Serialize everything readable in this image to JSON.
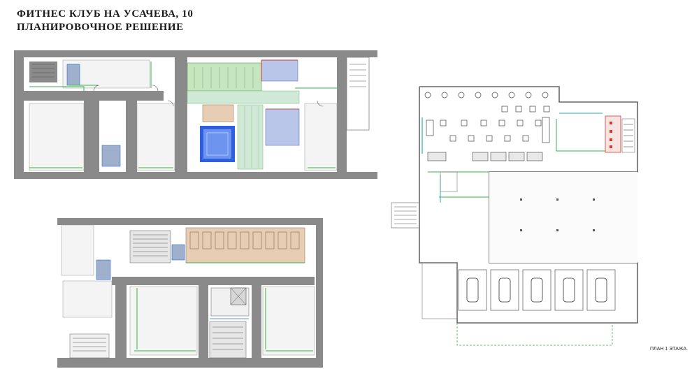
{
  "header": {
    "title_line1": "ФИТНЕС КЛУБ НА УСАЧЕВА, 10",
    "title_line2": "ПЛАНИРОВОЧНОЕ РЕШЕНИЕ"
  },
  "caption": "ПЛАН 1 ЭТАЖА.",
  "colors": {
    "wall": "#8a8a8a",
    "pool": "#2f5fe0",
    "pool_water": "#6d95f0",
    "gym_zone": "#c6e6c0",
    "aerobic_zone": "#b9c6ea",
    "changing_zone": "#e6cdb4",
    "wet_zone": "#cfe9d6",
    "accent_green": "#37b34a",
    "accent_blue": "#2a6fd6",
    "accent_red": "#d33b2c",
    "accent_cyan": "#25b3b3"
  },
  "plans": [
    {
      "id": "basement-plan-upper"
    },
    {
      "id": "basement-plan-lower"
    },
    {
      "id": "ground-floor-plan"
    }
  ]
}
